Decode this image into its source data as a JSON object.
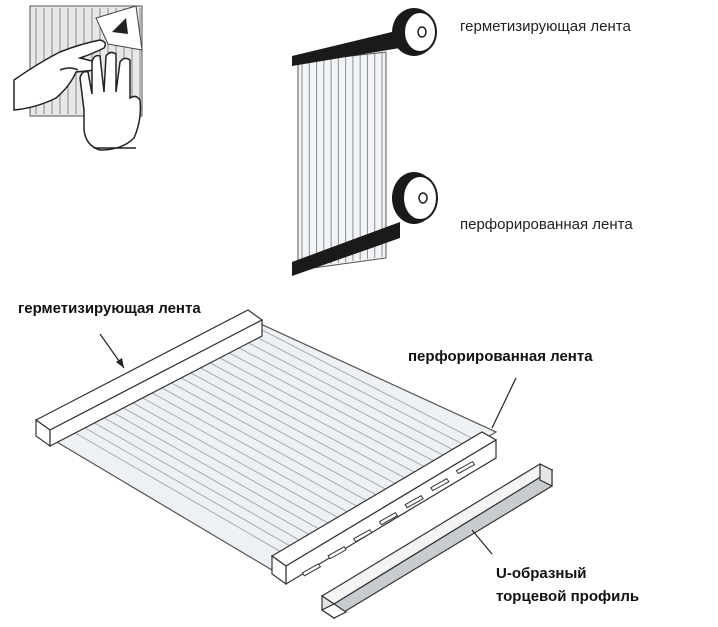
{
  "labels": {
    "top_sealing_tape": "герметизирующая лента",
    "top_perforated_tape": "перфорированная лента",
    "bottom_sealing_tape": "герметизирующая лента",
    "bottom_perforated_tape": "перфорированная лента",
    "u_profile_line1": "U-образный",
    "u_profile_line2": "торцевой профиль"
  },
  "colors": {
    "ink": "#111111",
    "panel_line": "#9aa0a6",
    "panel_fill": "#eef1f3",
    "tape_dark": "#1a1a1a",
    "profile_fill": "#d9dcde"
  }
}
